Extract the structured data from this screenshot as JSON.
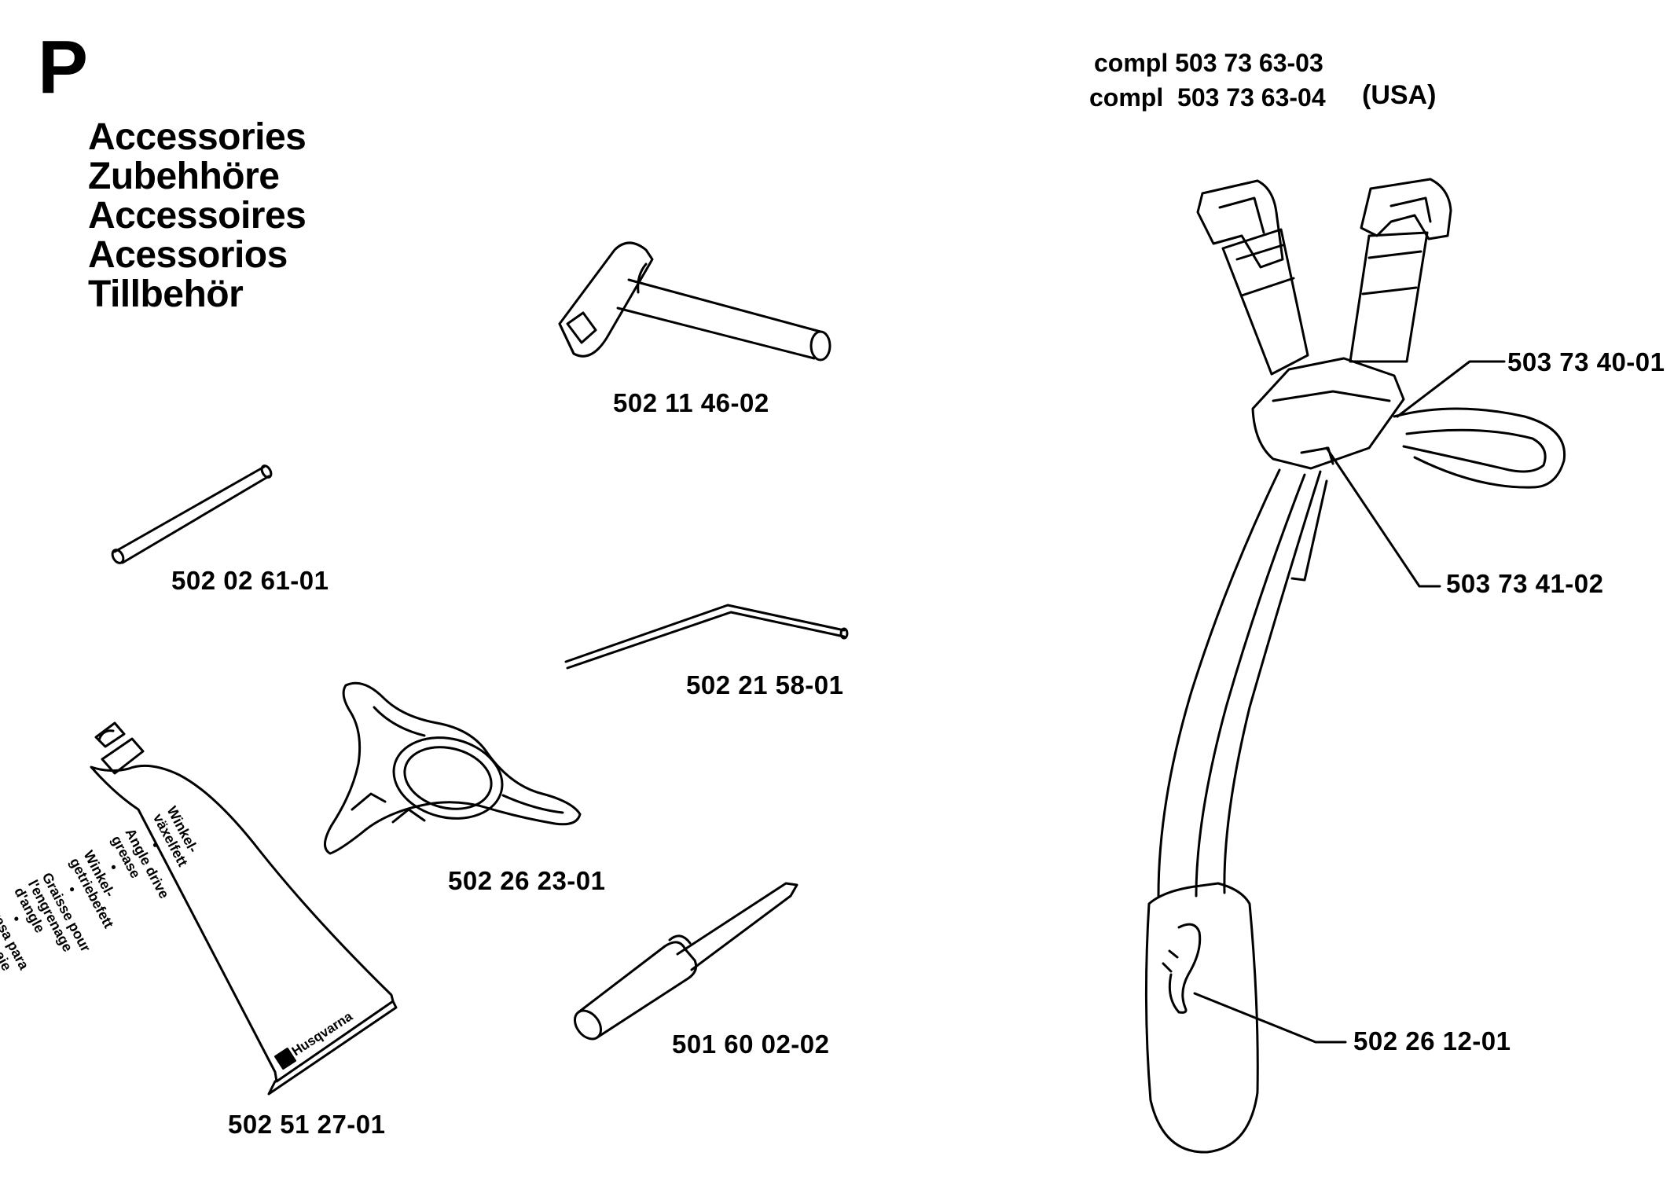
{
  "section": {
    "letter": "P"
  },
  "titles": [
    "Accessories",
    "Zubehhöre",
    "Accessoires",
    "Acessorios",
    "Tillbehör"
  ],
  "harness_kit": {
    "line1": {
      "prefix": "compl",
      "number": "503 73 63-03"
    },
    "line2": {
      "prefix": "compl",
      "number": "503 73 63-04",
      "note": "(USA)"
    }
  },
  "parts": {
    "spark_plug_wrench": "502 11 46-02",
    "pin": "502 02 61-01",
    "hex_key": "502 21 58-01",
    "blade_tool": "502 26 23-01",
    "screwdriver": "501 60 02-02",
    "grease_tube": "502 51 27-01",
    "harness_strap": "503 73 40-01",
    "harness_pad": "503 73 41-02",
    "hook": "502 26 12-01"
  },
  "tube_label": {
    "lines": [
      "Winkel-",
      "växelfett",
      "•",
      "Angle drive",
      "grease",
      "•",
      "Winkel-",
      "getriebefett",
      "•",
      "Graisse pour",
      "l'engrenage",
      "d'angle",
      "•",
      "Grasa para",
      "engranaje"
    ],
    "brand": "Husqvarna"
  }
}
